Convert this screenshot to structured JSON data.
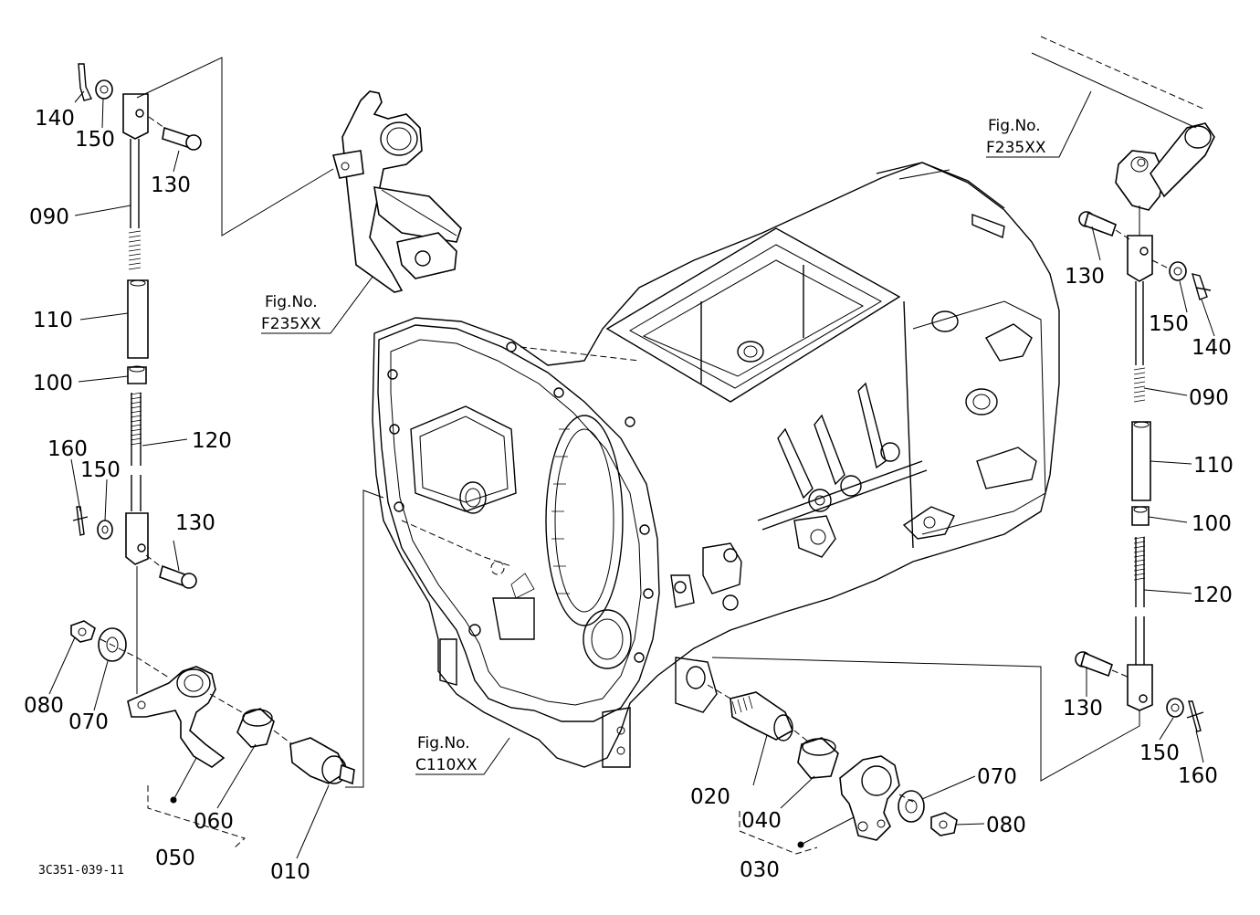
{
  "parts": {
    "left": {
      "p140": "140",
      "p150a": "150",
      "p130a": "130",
      "p090": "090",
      "p110": "110",
      "p100": "100",
      "p120": "120",
      "p160": "160",
      "p150b": "150",
      "p130b": "130",
      "p080": "080",
      "p070": "070",
      "p060": "060",
      "p050": "050",
      "p010": "010"
    },
    "right": {
      "p130a": "130",
      "p150a": "150",
      "p140": "140",
      "p090": "090",
      "p110": "110",
      "p100": "100",
      "p120": "120",
      "p130b": "130",
      "p150b": "150",
      "p160": "160",
      "p070": "070",
      "p080": "080",
      "p020": "020",
      "p040": "040",
      "p030": "030"
    }
  },
  "fig_refs": {
    "top_left": {
      "label": "Fig.No.",
      "code": "F235XX"
    },
    "top_right": {
      "label": "Fig.No.",
      "code": "F235XX"
    },
    "bottom": {
      "label": "Fig.No.",
      "code": "C110XX"
    }
  },
  "drawing_code": "3C351-039-11"
}
